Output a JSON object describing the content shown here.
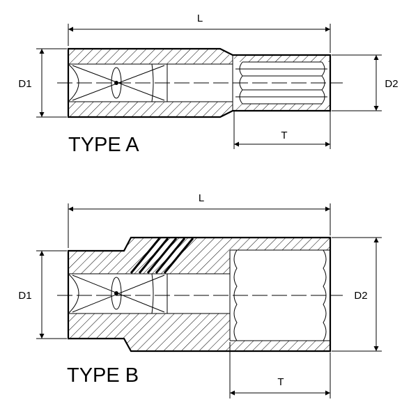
{
  "type_a": {
    "caption": "TYPE A",
    "dim_length": "L",
    "dim_drive_diameter": "D1",
    "dim_head_diameter": "D2",
    "dim_socket_depth": "T"
  },
  "type_b": {
    "caption": "TYPE B",
    "dim_length": "L",
    "dim_drive_diameter": "D1",
    "dim_head_diameter": "D2",
    "dim_socket_depth": "T"
  }
}
